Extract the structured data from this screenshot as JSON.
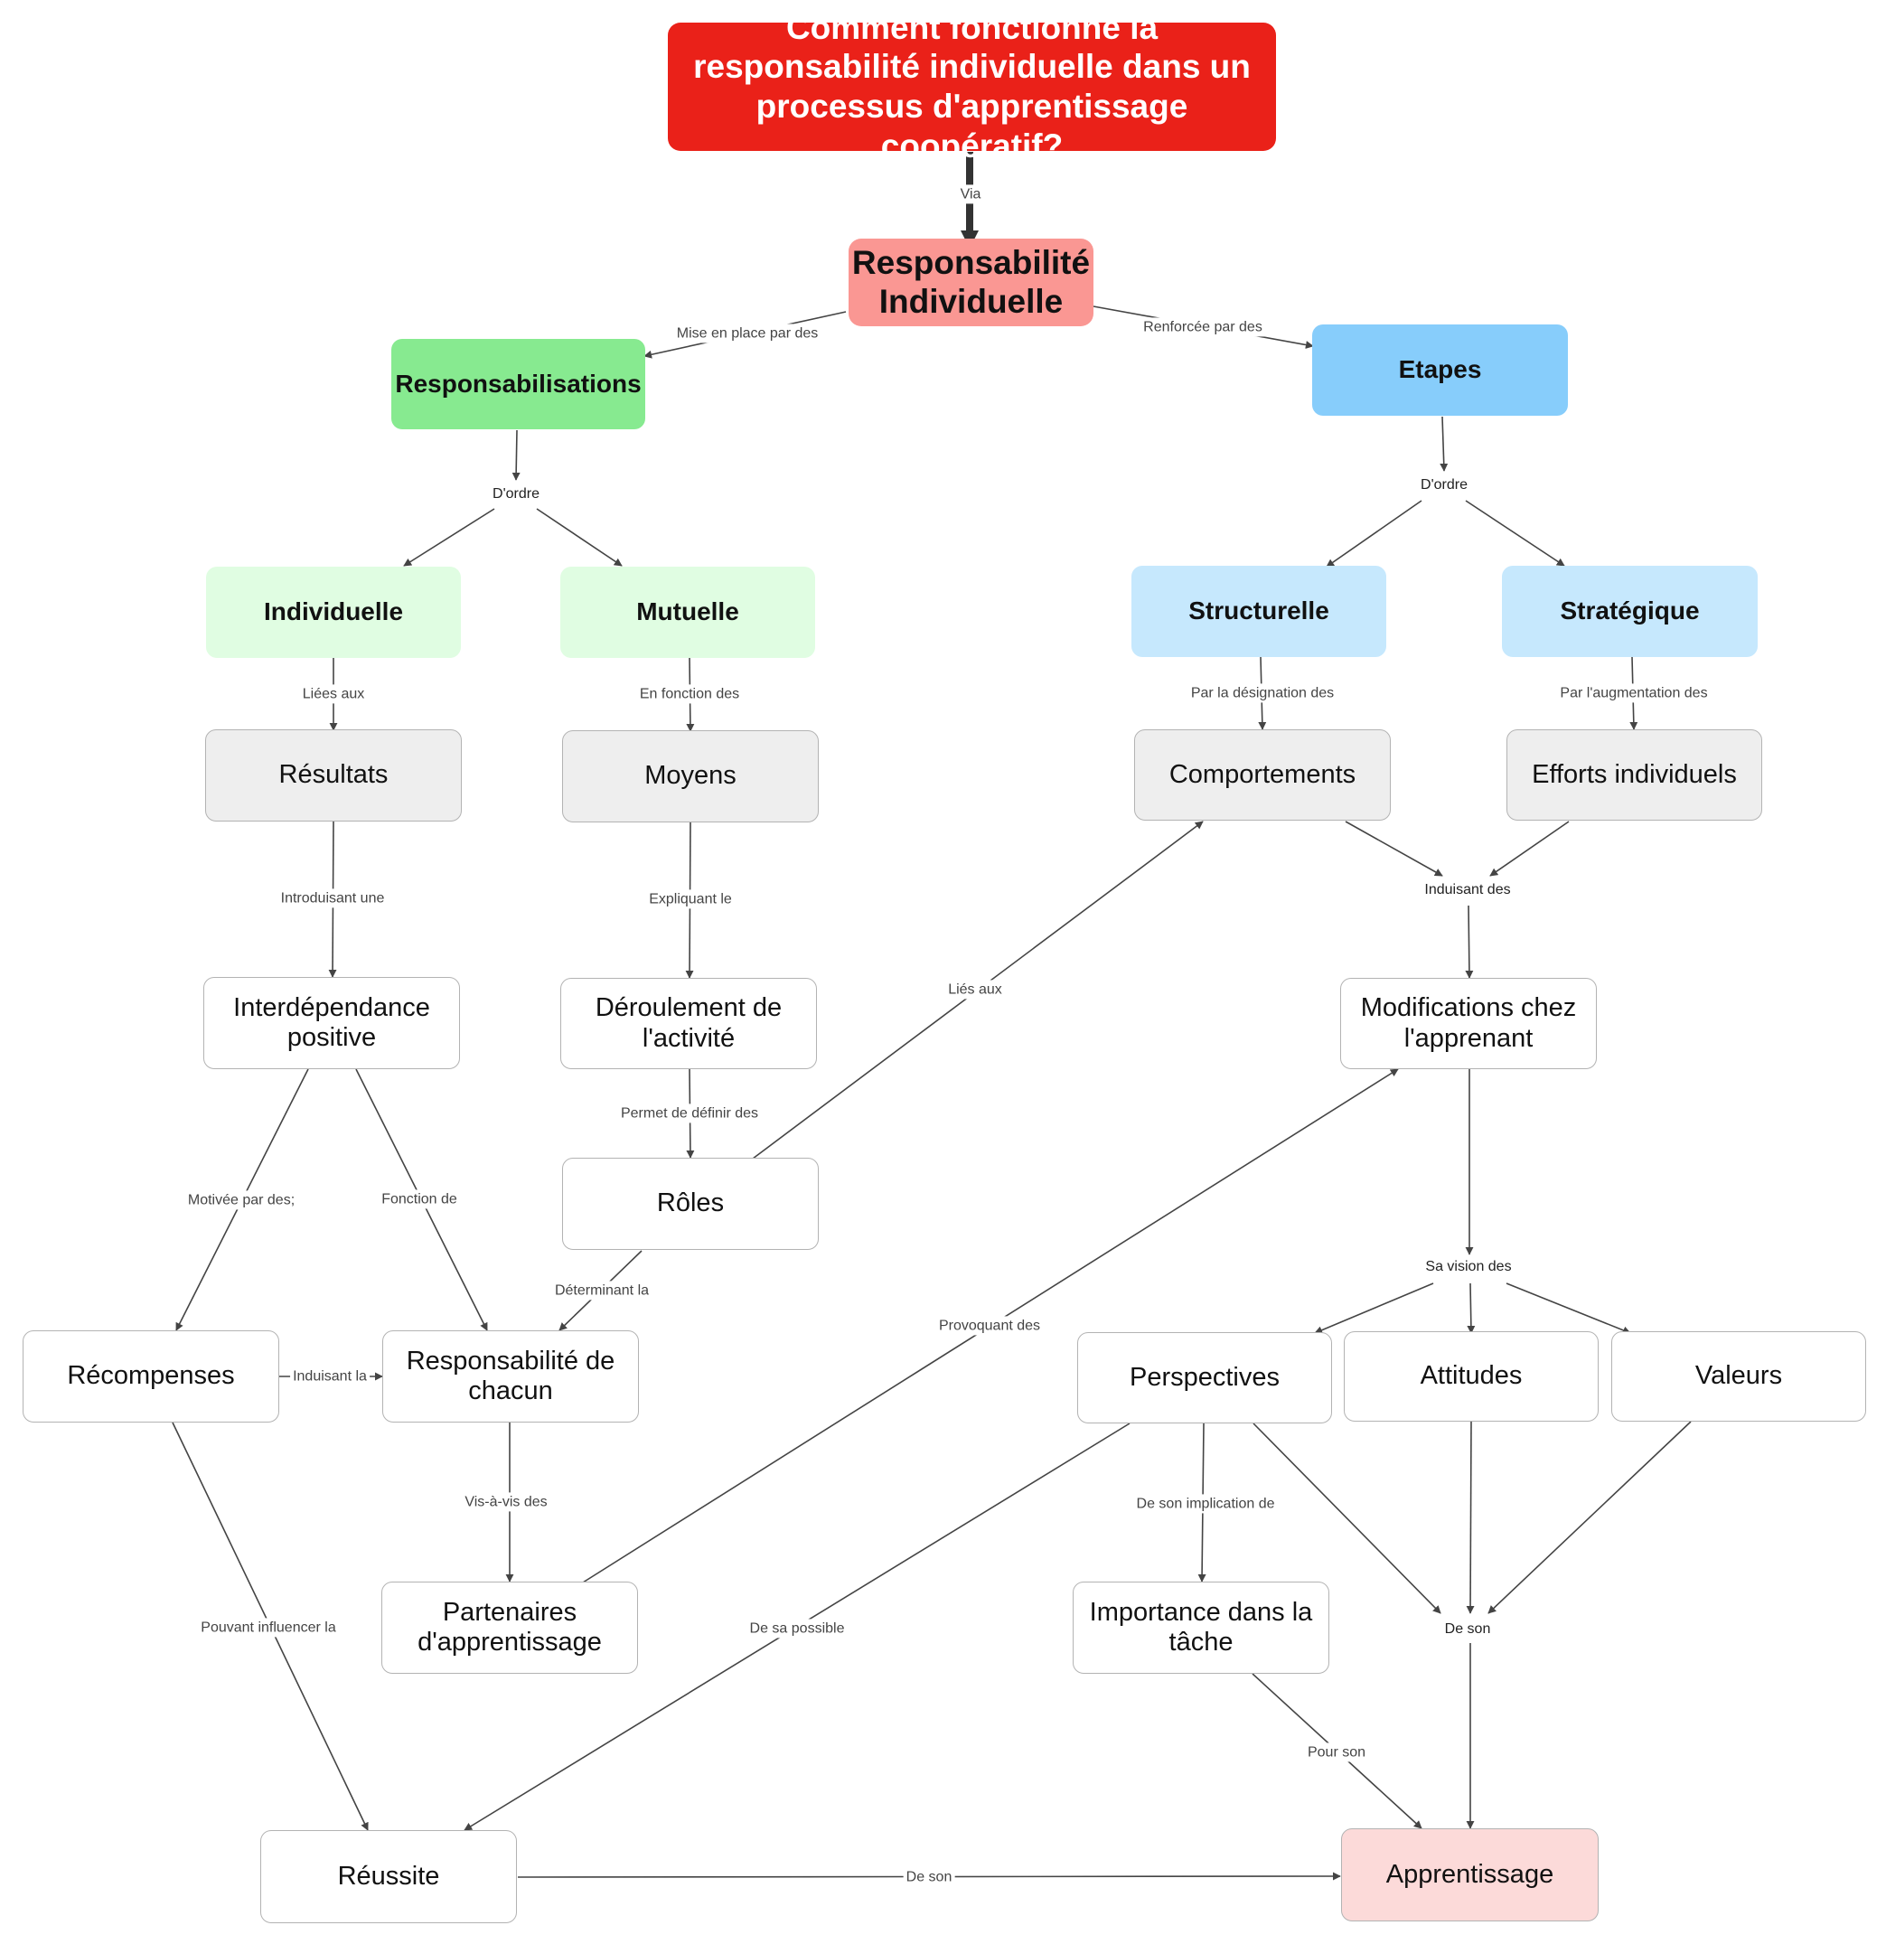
{
  "nodes": {
    "title": "Comment fonctionne la responsabilité individuelle dans un  processus d'apprentissage coopératif?",
    "responsabilite_individuelle": "Responsabilité Individuelle",
    "responsabilisations": "Responsabilisations",
    "etapes": "Etapes",
    "individuelle": "Individuelle",
    "mutuelle": "Mutuelle",
    "structurelle": "Structurelle",
    "strategique": "Stratégique",
    "resultats": "Résultats",
    "moyens": "Moyens",
    "comportements": "Comportements",
    "efforts_individuels": "Efforts individuels",
    "interdependance_positive": "Interdépendance positive",
    "deroulement_activite": "Déroulement de l'activité",
    "modifications_apprenant": "Modifications chez l'apprenant",
    "roles": "Rôles",
    "recompenses": "Récompenses",
    "responsabilite_chacun": "Responsabilité de chacun",
    "perspectives": "Perspectives",
    "attitudes": "Attitudes",
    "valeurs": "Valeurs",
    "partenaires": "Partenaires d'apprentissage",
    "importance_tache": "Importance dans la tâche",
    "reussite": "Réussite",
    "apprentissage": "Apprentissage"
  },
  "junctions": {
    "dordre_left": "D'ordre",
    "dordre_right": "D'ordre",
    "induisant_des": "Induisant des",
    "sa_vision_des": "Sa vision des",
    "de_son_right": "De son"
  },
  "edge_labels": {
    "via": "Via",
    "mise_en_place": "Mise en place par des",
    "renforcee": "Renforcée par des",
    "liees_aux": "Liées aux",
    "en_fonction_des": "En fonction des",
    "par_designation": "Par la désignation des",
    "par_augmentation": "Par l'augmentation des",
    "introduisant_une": "Introduisant une",
    "expliquant_le": "Expliquant le",
    "lies_aux": "Liés aux",
    "permet_de_definir": "Permet de définir des",
    "motivee_par": "Motivée par des;",
    "fonction_de": "Fonction de",
    "determinant_la": "Déterminant la",
    "provoquant_des": "Provoquant des",
    "induisant_la": "Induisant la",
    "vis_a_vis": "Vis-à-vis des",
    "de_son_implication": "De son implication de",
    "pouvant_influencer": "Pouvant influencer la",
    "de_sa_possible": "De sa possible",
    "pour_son": "Pour son",
    "de_son_bottom": "De son"
  },
  "colors": {
    "title": "#ea2119",
    "main": "#fa9793",
    "responsabilisations": "#87ea90",
    "etapes": "#87cdfb",
    "light_green": "#e0fde2",
    "light_blue": "#c6e8fd",
    "grey": "#eeeeee",
    "pink": "#fcdad9",
    "edge": "#444444"
  }
}
